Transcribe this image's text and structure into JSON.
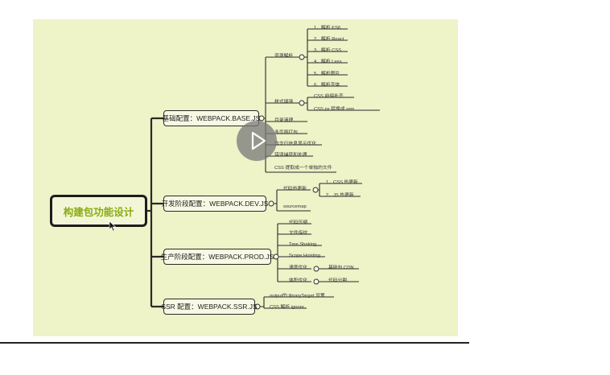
{
  "diagram": {
    "root": "构建包功能设计",
    "branches": [
      {
        "label": "基础配置：WEBPACK.BASE.JS",
        "children": [
          {
            "label": "资源解析",
            "children": [
              "1．解析 ES6",
              "2．解析 React",
              "3．解析 CSS",
              "4．解析 Less",
              "5．解析图片",
              "6．解析字体"
            ]
          },
          {
            "label": "样式增强",
            "children": [
              "CSS 前缀补齐",
              "CSS px 转换成 rem"
            ]
          },
          {
            "label": "目录清理"
          },
          {
            "label": "多页面打包"
          },
          {
            "label": "命令行信息显示优化"
          },
          {
            "label": "错误捕获和处理"
          },
          {
            "label": "CSS 提取成一个单独的文件"
          }
        ]
      },
      {
        "label": "开发阶段配置：WEBPACK.DEV.JS",
        "children": [
          {
            "label": "代码热更新",
            "children": [
              "1．CSS 热更新",
              "2．JS 热更新"
            ]
          },
          {
            "label": "sourcemap"
          }
        ]
      },
      {
        "label": "生产阶段配置：WEBPACK.PROD.JS",
        "children": [
          {
            "label": "代码压缩"
          },
          {
            "label": "文件指纹"
          },
          {
            "label": "Tree Shaking"
          },
          {
            "label": "Scope Hoisting"
          },
          {
            "label": "速度优化",
            "children": [
              "基础包 CDN"
            ]
          },
          {
            "label": "体积优化",
            "children": [
              "代码分割"
            ]
          }
        ]
      },
      {
        "label": "SSR 配置：WEBPACK.SSR.JS",
        "children": [
          {
            "label": "output的 libraryTarget 设置"
          },
          {
            "label": "CSS 解析 ignore"
          }
        ]
      }
    ]
  },
  "player": {
    "play_icon": "play-icon"
  },
  "colors": {
    "canvas": "#eef3c8",
    "root_text": "#8aab14",
    "line": "#2a2a2a"
  }
}
